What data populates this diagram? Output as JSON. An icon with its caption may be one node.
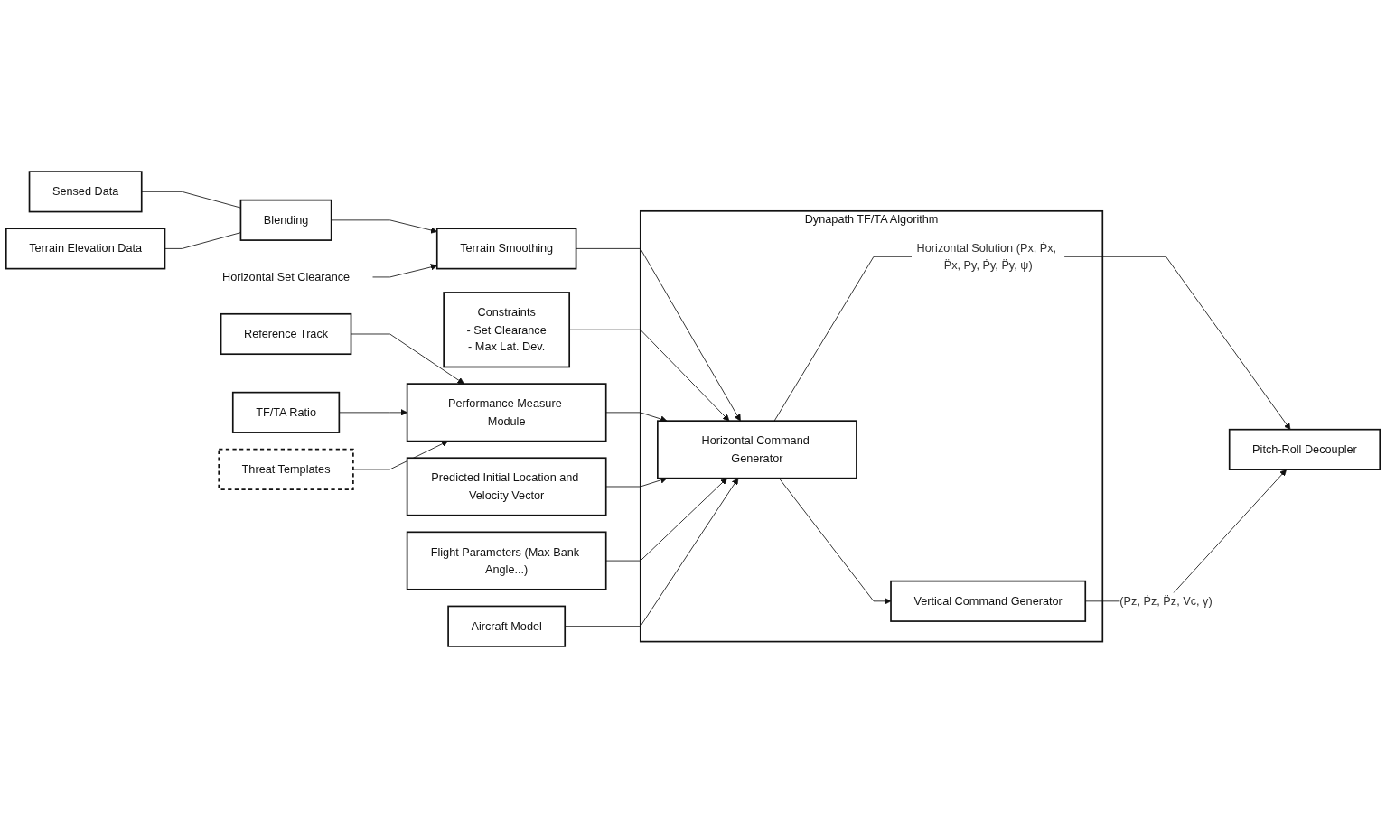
{
  "diagram": {
    "nodes": [
      {
        "text": [
          "Sensed Data"
        ]
      },
      {
        "text": [
          "Terrain Elevation Data"
        ]
      },
      {
        "text": [
          "Blending"
        ]
      },
      {
        "text": [
          "Terrain Smoothing"
        ]
      },
      {
        "text": [
          "Horizontal Set Clearance"
        ]
      },
      {
        "text": [
          "Constraints",
          "- Set Clearance",
          "- Max Lat. Dev."
        ]
      },
      {
        "text": [
          "Reference Track"
        ]
      },
      {
        "text": [
          "TF/TA Ratio"
        ]
      },
      {
        "text": [
          "Threat Templates"
        ]
      },
      {
        "text": [
          "Performance Measure Module"
        ]
      },
      {
        "text": [
          "Predicted Initial Location and Velocity Vector"
        ]
      },
      {
        "text": [
          "Flight Parameters (Max Bank Angle...)"
        ]
      },
      {
        "text": [
          "Aircraft Model"
        ]
      },
      {
        "text": [
          "Dynapath TF/TA Algorithm"
        ]
      },
      {
        "text": [
          "Horizontal Command Generator"
        ],
        "in": 13
      },
      {
        "text": [
          "Vertical Command Generator"
        ],
        "in": 13
      },
      {
        "text": [
          "Pitch-Roll Decoupler"
        ]
      }
    ],
    "edges": [
      {
        "from": 0,
        "to": 2,
        "arrow": "none"
      },
      {
        "from": 1,
        "to": 2,
        "arrow": "none"
      },
      {
        "from": 2,
        "to": 3,
        "arrow": "to"
      },
      {
        "from": 4,
        "to": 3,
        "arrow": "to"
      },
      {
        "from": 3,
        "to": 14,
        "arrow": "to"
      },
      {
        "from": 5,
        "to": 14,
        "arrow": "to"
      },
      {
        "from": 6,
        "to": 9,
        "arrow": "to"
      },
      {
        "from": 7,
        "to": 9,
        "arrow": "to"
      },
      {
        "from": 8,
        "to": 9,
        "arrow": "to"
      },
      {
        "from": 9,
        "to": 14,
        "arrow": "to"
      },
      {
        "from": 10,
        "to": 14,
        "arrow": "to"
      },
      {
        "from": 11,
        "to": 14,
        "arrow": "to"
      },
      {
        "from": 12,
        "to": 14,
        "arrow": "to"
      },
      {
        "from": 14,
        "to": 16,
        "arrow": "to",
        "label": "Horizontal Solution (Px, Ṗx, P̈x, Py, Ṗy, P̈y, ψ)"
      },
      {
        "from": 14,
        "to": 15,
        "arrow": "to"
      },
      {
        "from": 15,
        "to": 16,
        "arrow": "to",
        "label": "(Pz, Ṗz, P̈z, Vc, γ)"
      }
    ]
  }
}
